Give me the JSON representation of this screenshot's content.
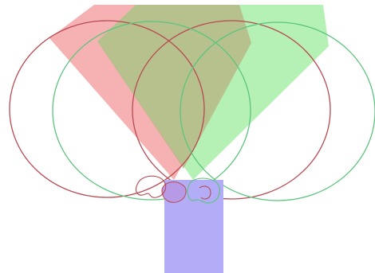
{
  "diagram": {
    "colors": {
      "background": "#ffffff",
      "red_fill": "#f4a4a4",
      "green_fill": "#a8eea8",
      "overlap_fill": "#b8b484",
      "red_outline": "#b84a52",
      "green_outline": "#5cc47e",
      "blue_fill": "#b3acf6",
      "purple_fill": "#b79ae6"
    },
    "elements": [
      "red-beam",
      "green-beam",
      "red-pattern-left",
      "red-pattern-right",
      "green-pattern-left",
      "green-pattern-right",
      "blue-column",
      "red-source",
      "green-source"
    ]
  }
}
